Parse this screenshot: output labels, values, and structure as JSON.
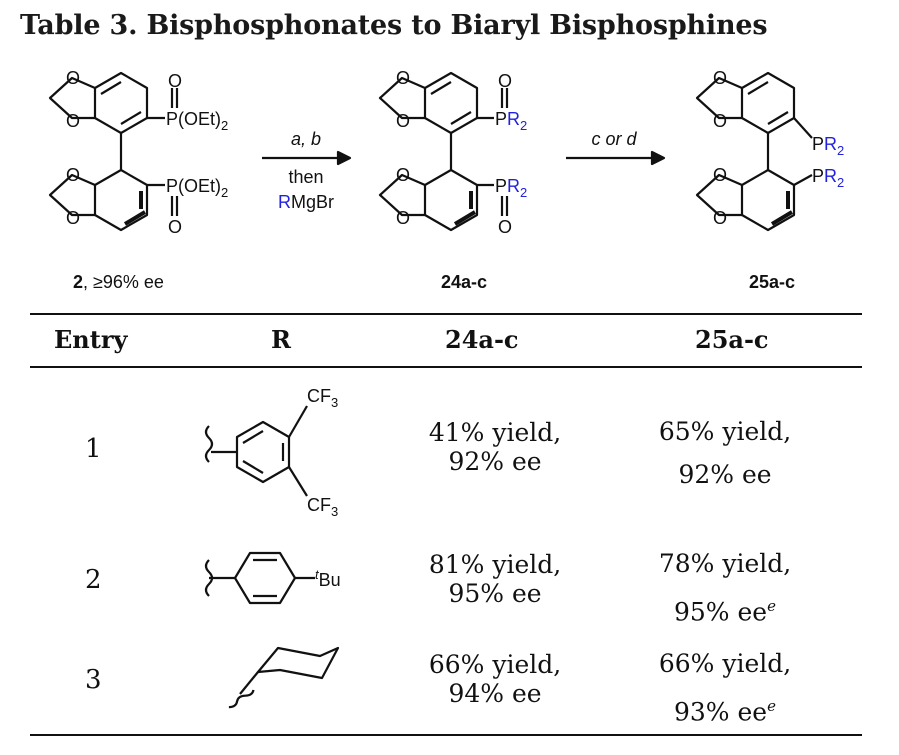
{
  "title": "Table 3. Bisphosphonates to Biaryl Bisphosphines",
  "scheme": {
    "start_label": "2",
    "start_note": ", ≥96% ee",
    "start_group": "P(OEt)",
    "start_sub": "2",
    "step1_conditions": "a, b",
    "step1_then": "then",
    "step1_R": "R",
    "step1_reagent": "MgBr",
    "step2_conditions": "c or d",
    "mid_label": "24a-c",
    "product_label": "25a-c",
    "pr_group": "PR",
    "pr_sub": "2",
    "oxygen": "O"
  },
  "table": {
    "headers": [
      "Entry",
      "R",
      "24a-c",
      "25a-c"
    ],
    "rows": [
      {
        "entry": "1",
        "r_label_top": "CF",
        "r_label_bottom": "CF",
        "r_sub": "3",
        "c24_line1": "41% yield,",
        "c24_line2": "92% ee",
        "c25_line1": "65% yield,",
        "c25_line2": "92% ee",
        "c25_sup": ""
      },
      {
        "entry": "2",
        "r_label_top": "t",
        "r_label_bottom": "Bu",
        "r_sub": "",
        "c24_line1": "81% yield,",
        "c24_line2": "95% ee",
        "c25_line1": "78% yield,",
        "c25_line2": "95% ee",
        "c25_sup": "e"
      },
      {
        "entry": "3",
        "r_label_top": "",
        "r_label_bottom": "",
        "r_sub": "",
        "c24_line1": "66% yield,",
        "c24_line2": "94% ee",
        "c25_line1": "66% yield,",
        "c25_line2": "93% ee",
        "c25_sup": "e"
      }
    ]
  },
  "colors": {
    "accent_blue": "#2222dd",
    "text": "#111111"
  }
}
